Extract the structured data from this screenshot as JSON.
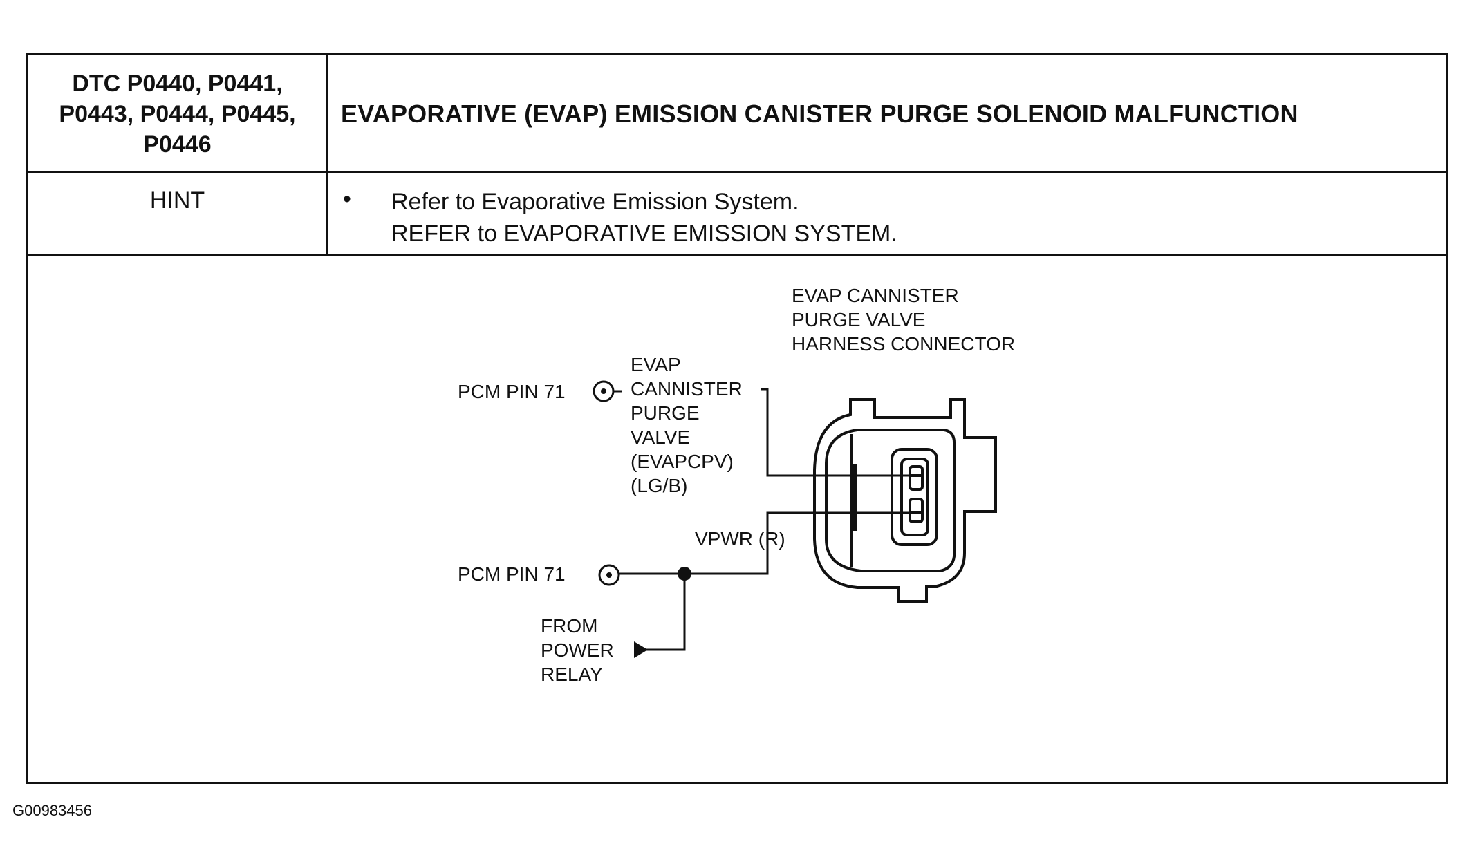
{
  "header": {
    "dtc_codes": "DTC P0440, P0441,\nP0443, P0444, P0445,\nP0446",
    "title": "EVAPORATIVE (EVAP) EMISSION CANISTER PURGE SOLENOID MALFUNCTION"
  },
  "hint": {
    "label": "HINT",
    "bullet": "•",
    "line1": "Refer to Evaporative Emission System.",
    "line2": "REFER to EVAPORATIVE EMISSION SYSTEM."
  },
  "diagram": {
    "connector_label": [
      "EVAP CANNISTER",
      "PURGE VALVE",
      "HARNESS CONNECTOR"
    ],
    "pcm_pin_top": "PCM PIN 71",
    "pcm_pin_bottom": "PCM PIN 71",
    "wire1_label": [
      "EVAP",
      "CANNISTER",
      "PURGE",
      "VALVE",
      "(EVAPCPV)",
      "(LG/B)"
    ],
    "wire2_label": "VPWR (R)",
    "power_label": [
      "FROM",
      "POWER",
      "RELAY"
    ]
  },
  "footer": {
    "figure_id": "G00983456"
  }
}
